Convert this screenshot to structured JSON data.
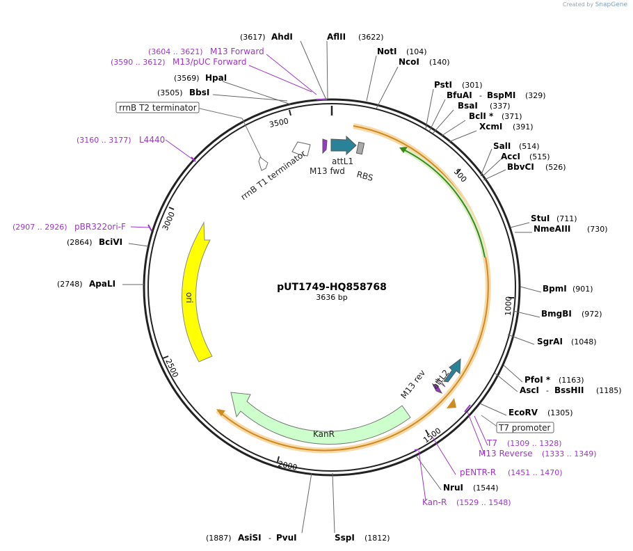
{
  "credit": {
    "prefix": "Created by",
    "brand": "SnapGene"
  },
  "plasmid": {
    "name": "pUT1749-HQ858768",
    "size_label": "3636 bp",
    "length": 3636
  },
  "colors": {
    "primer": "#9b36c9",
    "kanr": "#ccffcc",
    "ori": "#ffff00",
    "attL": "#2a8299",
    "orange": "#f0a830",
    "green": "#3a8a1a",
    "backbone": "#222222"
  },
  "ticks": [
    {
      "label": "500"
    },
    {
      "label": "1000"
    },
    {
      "label": "1500"
    },
    {
      "label": "2000"
    },
    {
      "label": "2500"
    },
    {
      "label": "3000"
    },
    {
      "label": "3500"
    }
  ],
  "sites": [
    {
      "name": "AhdI",
      "pos": "(3617)"
    },
    {
      "name": "AflII",
      "pos": "(3622)"
    },
    {
      "name": "NotI",
      "pos": "(104)"
    },
    {
      "name": "NcoI",
      "pos": "(140)"
    },
    {
      "name": "HpaI",
      "pos": "(3569)"
    },
    {
      "name": "BbsI",
      "pos": "(3505)"
    },
    {
      "name": "PstI",
      "pos": "(301)"
    },
    {
      "name": "BfuAI",
      "name2": "BspMI",
      "pos": "(329)"
    },
    {
      "name": "BsaI",
      "pos": "(337)"
    },
    {
      "name": "BclI *",
      "pos": "(371)"
    },
    {
      "name": "XcmI",
      "pos": "(391)"
    },
    {
      "name": "SalI",
      "pos": "(514)"
    },
    {
      "name": "AccI",
      "pos": "(515)"
    },
    {
      "name": "BbvCI",
      "pos": "(526)"
    },
    {
      "name": "StuI",
      "pos": "(711)"
    },
    {
      "name": "NmeAIII",
      "pos": "(730)"
    },
    {
      "name": "BpmI",
      "pos": "(901)"
    },
    {
      "name": "BmgBI",
      "pos": "(972)"
    },
    {
      "name": "SgrAI",
      "pos": "(1048)"
    },
    {
      "name": "PfoI *",
      "pos": "(1163)"
    },
    {
      "name": "AscI",
      "name2": "BssHII",
      "pos": "(1185)"
    },
    {
      "name": "EcoRV",
      "pos": "(1305)"
    },
    {
      "name": "NruI",
      "pos": "(1544)"
    },
    {
      "name": "SspI",
      "pos": "(1812)"
    },
    {
      "name": "AsiSI",
      "name2": "PvuI",
      "pos": "(1887)"
    },
    {
      "name": "ApaLI",
      "pos": "(2748)"
    },
    {
      "name": "BciVI",
      "pos": "(2864)"
    }
  ],
  "primers": [
    {
      "name": "M13 Forward",
      "range": "(3604 .. 3621)"
    },
    {
      "name": "M13/pUC Forward",
      "range": "(3590 .. 3612)"
    },
    {
      "name": "L4440",
      "range": "(3160 .. 3177)"
    },
    {
      "name": "pBR322ori-F",
      "range": "(2907 .. 2926)"
    },
    {
      "name": "T7",
      "range": "(1309 .. 1328)"
    },
    {
      "name": "M13 Reverse",
      "range": "(1333 .. 1349)"
    },
    {
      "name": "pENTR-R",
      "range": "(1451 .. 1470)"
    },
    {
      "name": "Kan-R",
      "range": "(1529 .. 1548)"
    }
  ],
  "features": {
    "rrnb_t2": "rrnB T2 terminator",
    "rrnb_t1": "rrnB T1 terminator",
    "m13_fwd": "M13 fwd",
    "attl1": "attL1",
    "rbs": "RBS",
    "m13_rev": "M13 rev",
    "attl2": "attL2",
    "t7_promoter": "T7 promoter",
    "kanr": "KanR",
    "ori": "ori"
  }
}
